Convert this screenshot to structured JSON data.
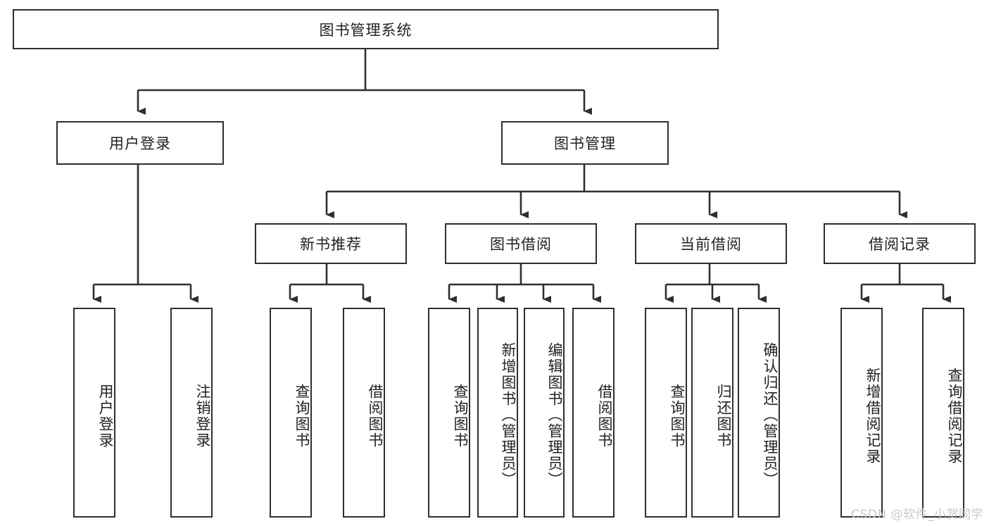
{
  "diagram": {
    "title": "图书管理系统",
    "type": "tree-hierarchy-chart",
    "root": {
      "label": "图书管理系统"
    },
    "level2": [
      {
        "label": "用户登录"
      },
      {
        "label": "图书管理"
      }
    ],
    "level3": [
      {
        "label": "新书推荐"
      },
      {
        "label": "图书借阅"
      },
      {
        "label": "当前借阅"
      },
      {
        "label": "借阅记录"
      }
    ],
    "leaves": {
      "user_login": [
        {
          "label": "用户登录"
        },
        {
          "label": "注销登录"
        }
      ],
      "new_book_recommend": [
        {
          "label": "查询图书"
        },
        {
          "label": "借阅图书"
        }
      ],
      "book_borrow": [
        {
          "label": "查询图书"
        },
        {
          "label": "新增图书（管理员）"
        },
        {
          "label": "编辑图书（管理员）"
        },
        {
          "label": "借阅图书"
        }
      ],
      "current_borrow": [
        {
          "label": "查询图书"
        },
        {
          "label": "归还图书"
        },
        {
          "label": "确认归还（管理员）"
        }
      ],
      "borrow_record": [
        {
          "label": "新增借阅记录"
        },
        {
          "label": "查询借阅记录"
        }
      ]
    }
  },
  "watermark": {
    "text": "CSDN @软件_小贺同学"
  },
  "colors": {
    "box_border": "#2f2f2f",
    "box_fill": "#ffffff",
    "connector": "#2f2f2f",
    "text": "#222222",
    "watermark": "#c9c9c9",
    "background": "#ffffff"
  }
}
